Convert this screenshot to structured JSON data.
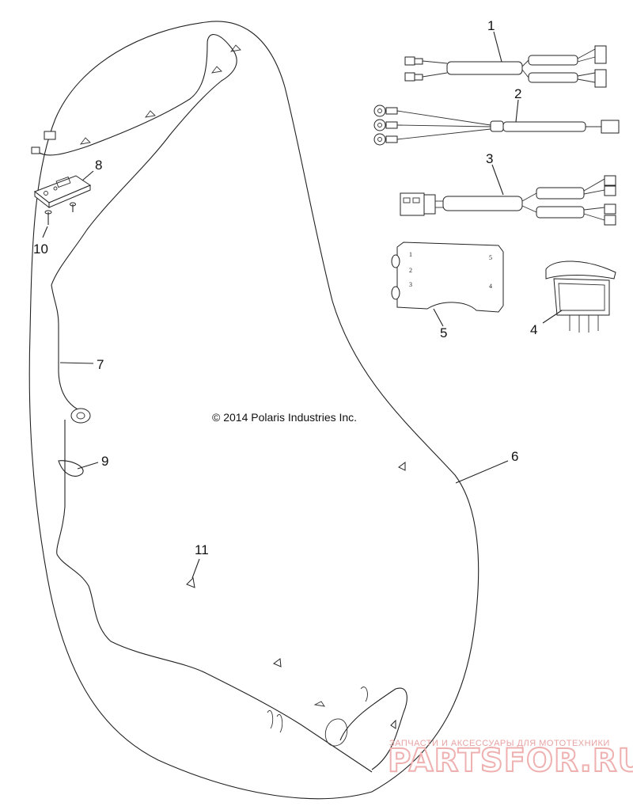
{
  "copyright": "© 2014 Polaris Industries Inc.",
  "watermark": {
    "top_text": "ЗАПЧАСТИ И АКСЕССУАРЫ ДЛЯ МОТОТЕХНИКИ",
    "brand": "PARTSFOR.RU",
    "color": "#e8a3a3"
  },
  "callouts": [
    "1",
    "2",
    "3",
    "4",
    "5",
    "6",
    "7",
    "8",
    "9",
    "10",
    "11"
  ],
  "switch_terminals": [
    "1",
    "2",
    "3",
    "4",
    "5"
  ]
}
